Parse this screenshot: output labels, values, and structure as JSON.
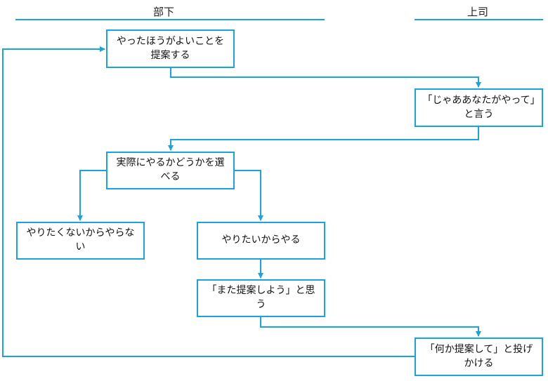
{
  "lanes": {
    "subordinate": "部下",
    "boss": "上司"
  },
  "nodes": {
    "propose": "やったほうがよいことを提案する",
    "boss_say": "「じゃああなたがやって」と言う",
    "choose": "実際にやるかどうかを選べる",
    "not_do": "やりたくないからやらない",
    "do": "やりたいからやる",
    "think": "「また提案しよう」と思う",
    "boss_ask": "「何か提案して」と投げかける"
  },
  "colors": {
    "line": "#1aa3dd",
    "text": "#111111"
  }
}
